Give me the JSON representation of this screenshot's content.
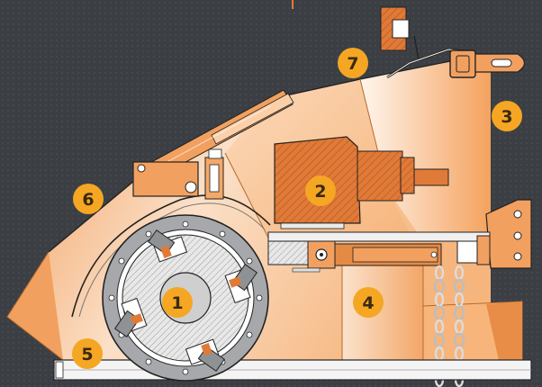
{
  "colors": {
    "background": "#3b3f44",
    "housing_light": "#fdf3ea",
    "housing_mid": "#f7c89b",
    "housing_dark": "#ef9650",
    "motor": "#e07a38",
    "steel": "#c8c8c8",
    "rotor_gray": "#a6a8ab",
    "callout": "#f5a623",
    "outline": "#222222"
  },
  "callouts": [
    {
      "id": "rotor",
      "number": "1"
    },
    {
      "id": "motor",
      "number": "2"
    },
    {
      "id": "mounting-bracket",
      "number": "3"
    },
    {
      "id": "support-frame",
      "number": "4"
    },
    {
      "id": "base-frame",
      "number": "5"
    },
    {
      "id": "feed-housing",
      "number": "6"
    },
    {
      "id": "top-hatch",
      "number": "7"
    }
  ],
  "icons": {
    "rotor": "rotor-icon",
    "motor": "motor-icon",
    "chain": "chain-icon",
    "hydraulic_cylinder": "hydraulic-cylinder-icon"
  }
}
